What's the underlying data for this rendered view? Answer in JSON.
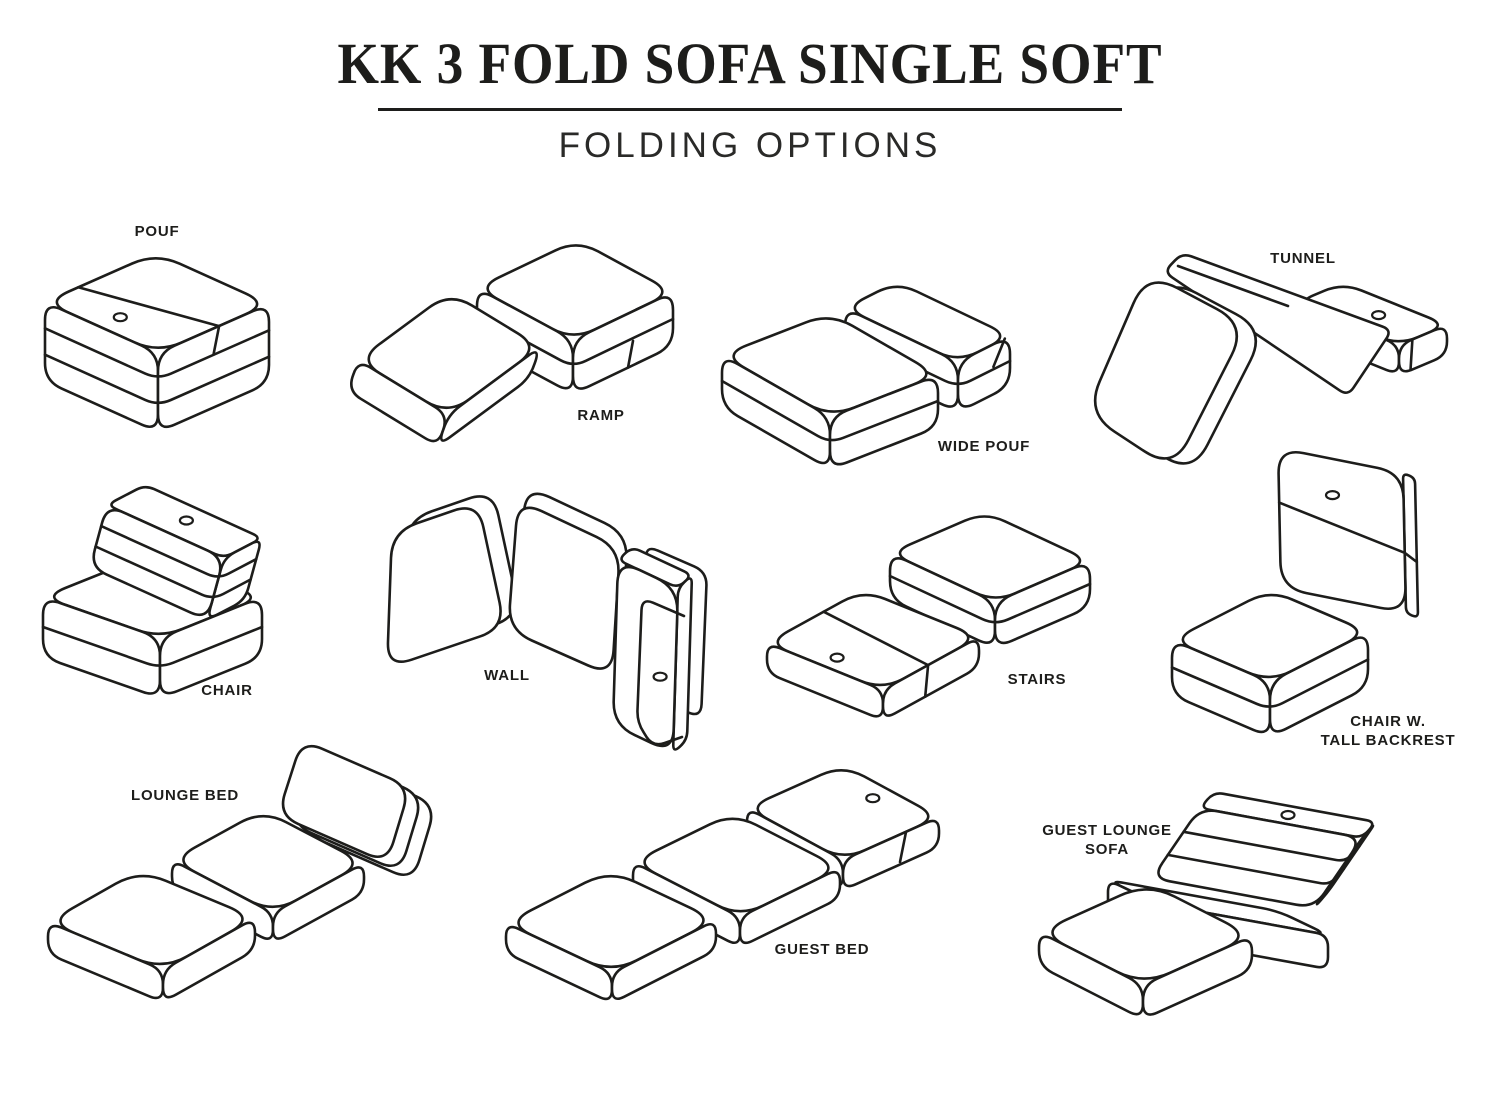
{
  "header": {
    "title": "KK 3 FOLD SOFA SINGLE SOFT",
    "subtitle": "FOLDING OPTIONS"
  },
  "figures": {
    "pouf": {
      "label": "POUF"
    },
    "ramp": {
      "label": "RAMP"
    },
    "wide_pouf": {
      "label": "WIDE POUF"
    },
    "tunnel": {
      "label": "TUNNEL"
    },
    "chair": {
      "label": "CHAIR"
    },
    "wall": {
      "label": "WALL"
    },
    "stairs": {
      "label": "STAIRS"
    },
    "chair_tall": {
      "label_line1": "CHAIR W.",
      "label_line2": "TALL BACKREST"
    },
    "lounge_bed": {
      "label": "LOUNGE BED"
    },
    "guest_bed": {
      "label": "GUEST BED"
    },
    "guest_lounge": {
      "label_line1": "GUEST LOUNGE",
      "label_line2": "SOFA"
    }
  },
  "style": {
    "line_color": "#1d1d1b",
    "background": "#ffffff"
  }
}
